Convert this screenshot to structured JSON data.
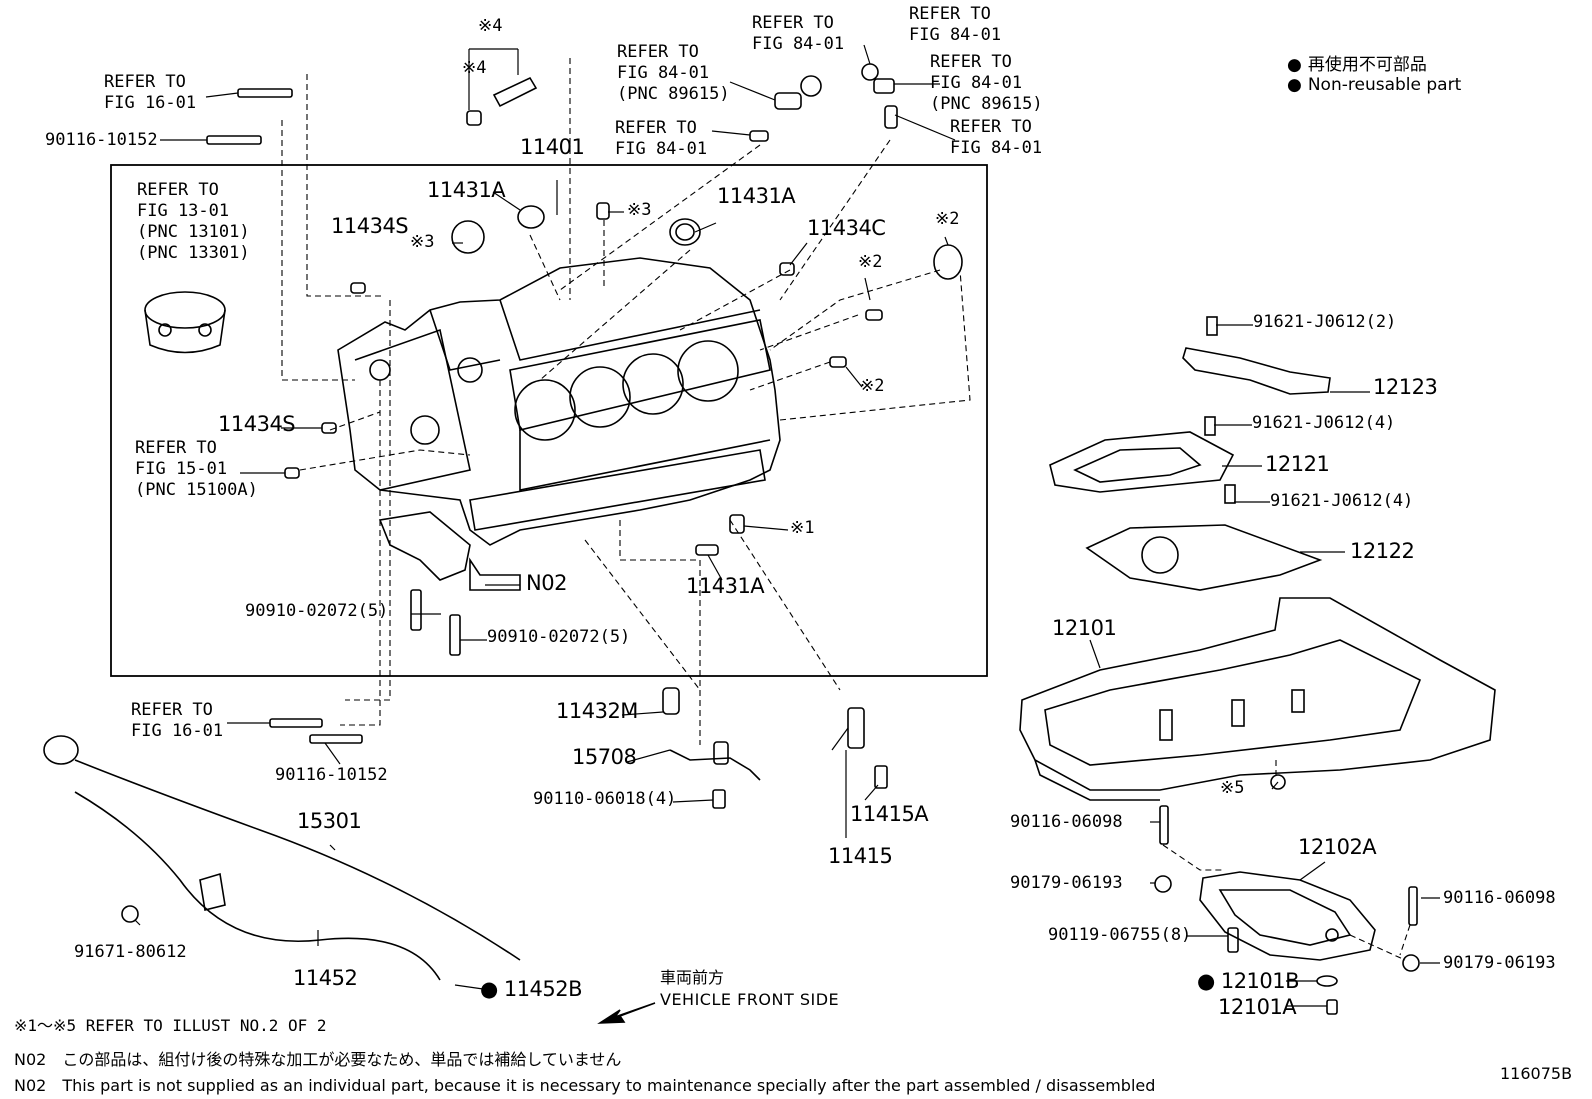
{
  "legend": {
    "jp": "再使用不可部品",
    "en": "Non-reusable part"
  },
  "refs": {
    "fig16_top": "REFER TO\nFIG 16-01",
    "fig13": "REFER TO\nFIG 13-01\n(PNC 13101)\n(PNC 13301)",
    "fig15": "REFER TO\nFIG 15-01\n(PNC 15100A)",
    "fig16_bottom": "REFER TO\nFIG 16-01",
    "fig84_a": "REFER TO\nFIG 84-01\n(PNC 89615)",
    "fig84_b": "REFER TO\nFIG 84-01",
    "fig84_c": "REFER TO\nFIG 84-01",
    "fig84_d": "REFER TO\nFIG 84-01",
    "fig84_e": "REFER TO\nFIG 84-01\n(PNC 89615)",
    "fig84_f": "REFER TO\nFIG 84-01"
  },
  "marks": {
    "m1": "※1",
    "m2a": "※2",
    "m2b": "※2",
    "m2c": "※2",
    "m3a": "※3",
    "m3b": "※3",
    "m4a": "※4",
    "m4b": "※4",
    "m5": "※5"
  },
  "parts": {
    "p90116_top": "90116-10152",
    "p11401": "11401",
    "p11431A_left": "11431A",
    "p11431A_right": "11431A",
    "p11431A_bottom": "11431A",
    "p11434S_top": "11434S",
    "p11434S_mid": "11434S",
    "p11434C": "11434C",
    "pN02": "N02",
    "p90910_left": "90910-02072(5)",
    "p90910_right": "90910-02072(5)",
    "p90116_bottom": "90116-10152",
    "p11432M": "11432M",
    "p15708": "15708",
    "p90110": "90110-06018(4)",
    "p11415A": "11415A",
    "p11415": "11415",
    "p15301": "15301",
    "p11452": "11452",
    "p11452B": "11452B",
    "p91671": "91671-80612",
    "p91621_a": "91621-J0612(2)",
    "p12123": "12123",
    "p91621_b": "91621-J0612(4)",
    "p12121": "12121",
    "p91621_c": "91621-J0612(4)",
    "p12122": "12122",
    "p12101": "12101",
    "p90116_06098_l": "90116-06098",
    "p90179_l": "90179-06193",
    "p12102A": "12102A",
    "p90116_06098_r": "90116-06098",
    "p90119": "90119-06755(8)",
    "p90179_r": "90179-06193",
    "p12101B": "12101B",
    "p12101A": "12101A"
  },
  "front": {
    "jp": "車両前方",
    "en": "VEHICLE FRONT SIDE"
  },
  "notes": {
    "refer_illust": "※1～※5 REFER TO ILLUST NO.2 OF 2",
    "n02_jp": "N02　この部品は、組付け後の特殊な加工が必要なため、単品では補給していません",
    "n02_en": "N02　This part is not supplied as an individual part, because it is necessary to maintenance specially after the part assembled / disassembled",
    "illust_no": "116075B"
  }
}
